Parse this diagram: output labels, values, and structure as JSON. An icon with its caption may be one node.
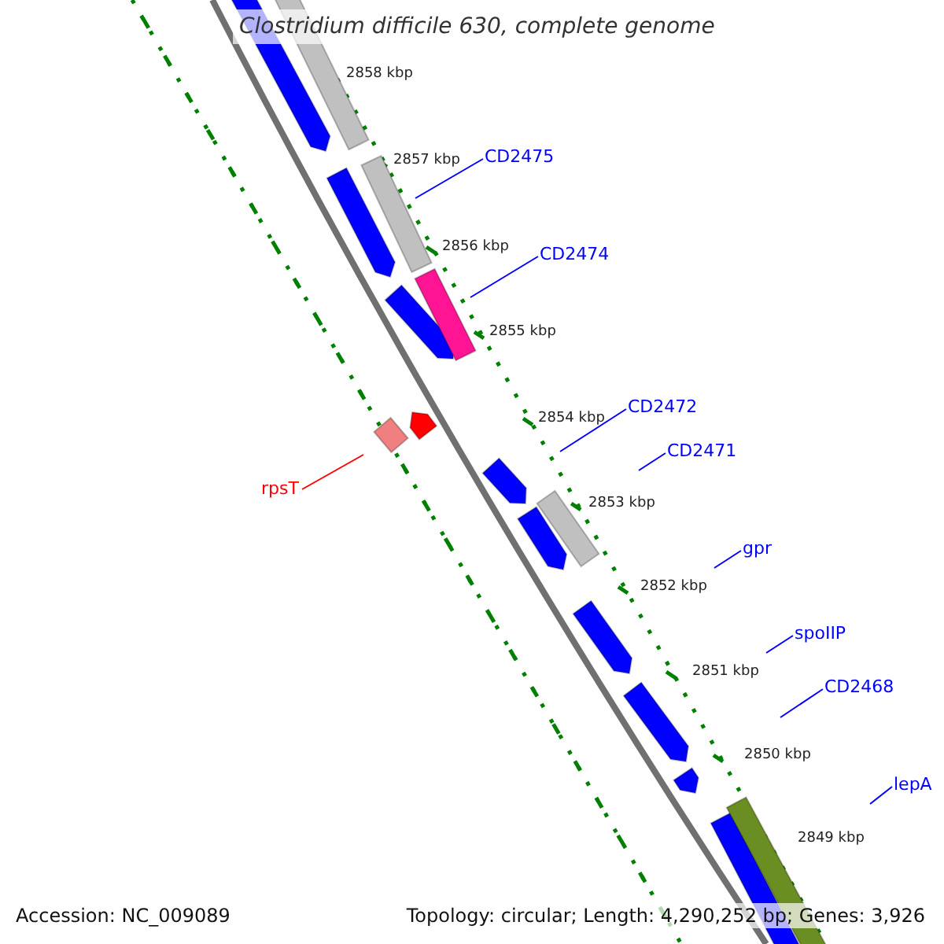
{
  "diagram": {
    "title": "Clostridium difficile 630, complete genome",
    "nodes": [
      {
        "text": [
          "CD2475"
        ]
      },
      {
        "text": [
          "CD2474"
        ]
      },
      {
        "text": [
          "CD2472"
        ]
      },
      {
        "text": [
          "CD2471"
        ]
      },
      {
        "text": [
          "rpsT"
        ]
      },
      {
        "text": [
          "gpr"
        ]
      },
      {
        "text": [
          "spoIIP"
        ]
      },
      {
        "text": [
          "CD2468"
        ]
      },
      {
        "text": [
          "lepA"
        ]
      }
    ],
    "edges": [
      {
        "from": 0,
        "to": null,
        "arrow": "none"
      },
      {
        "from": 1,
        "to": null,
        "arrow": "none"
      },
      {
        "from": 2,
        "to": null,
        "arrow": "none"
      },
      {
        "from": 3,
        "to": null,
        "arrow": "none"
      },
      {
        "from": 4,
        "to": null,
        "arrow": "none",
        "color": "#ff0000"
      },
      {
        "from": 5,
        "to": null,
        "arrow": "none"
      },
      {
        "from": 6,
        "to": null,
        "arrow": "none"
      },
      {
        "from": 7,
        "to": null,
        "arrow": "none"
      },
      {
        "from": 8,
        "to": null,
        "arrow": "none"
      }
    ],
    "labels": [
      "2858 kbp",
      "2857 kbp",
      "2856 kbp",
      "2855 kbp",
      "2854 kbp",
      "2853 kbp",
      "2852 kbp",
      "2851 kbp",
      "2850 kbp",
      "2849 kbp",
      "Accession: NC_009089",
      "Topology: circular; Length: 4,290,252 bp; Genes: 3,926"
    ]
  }
}
